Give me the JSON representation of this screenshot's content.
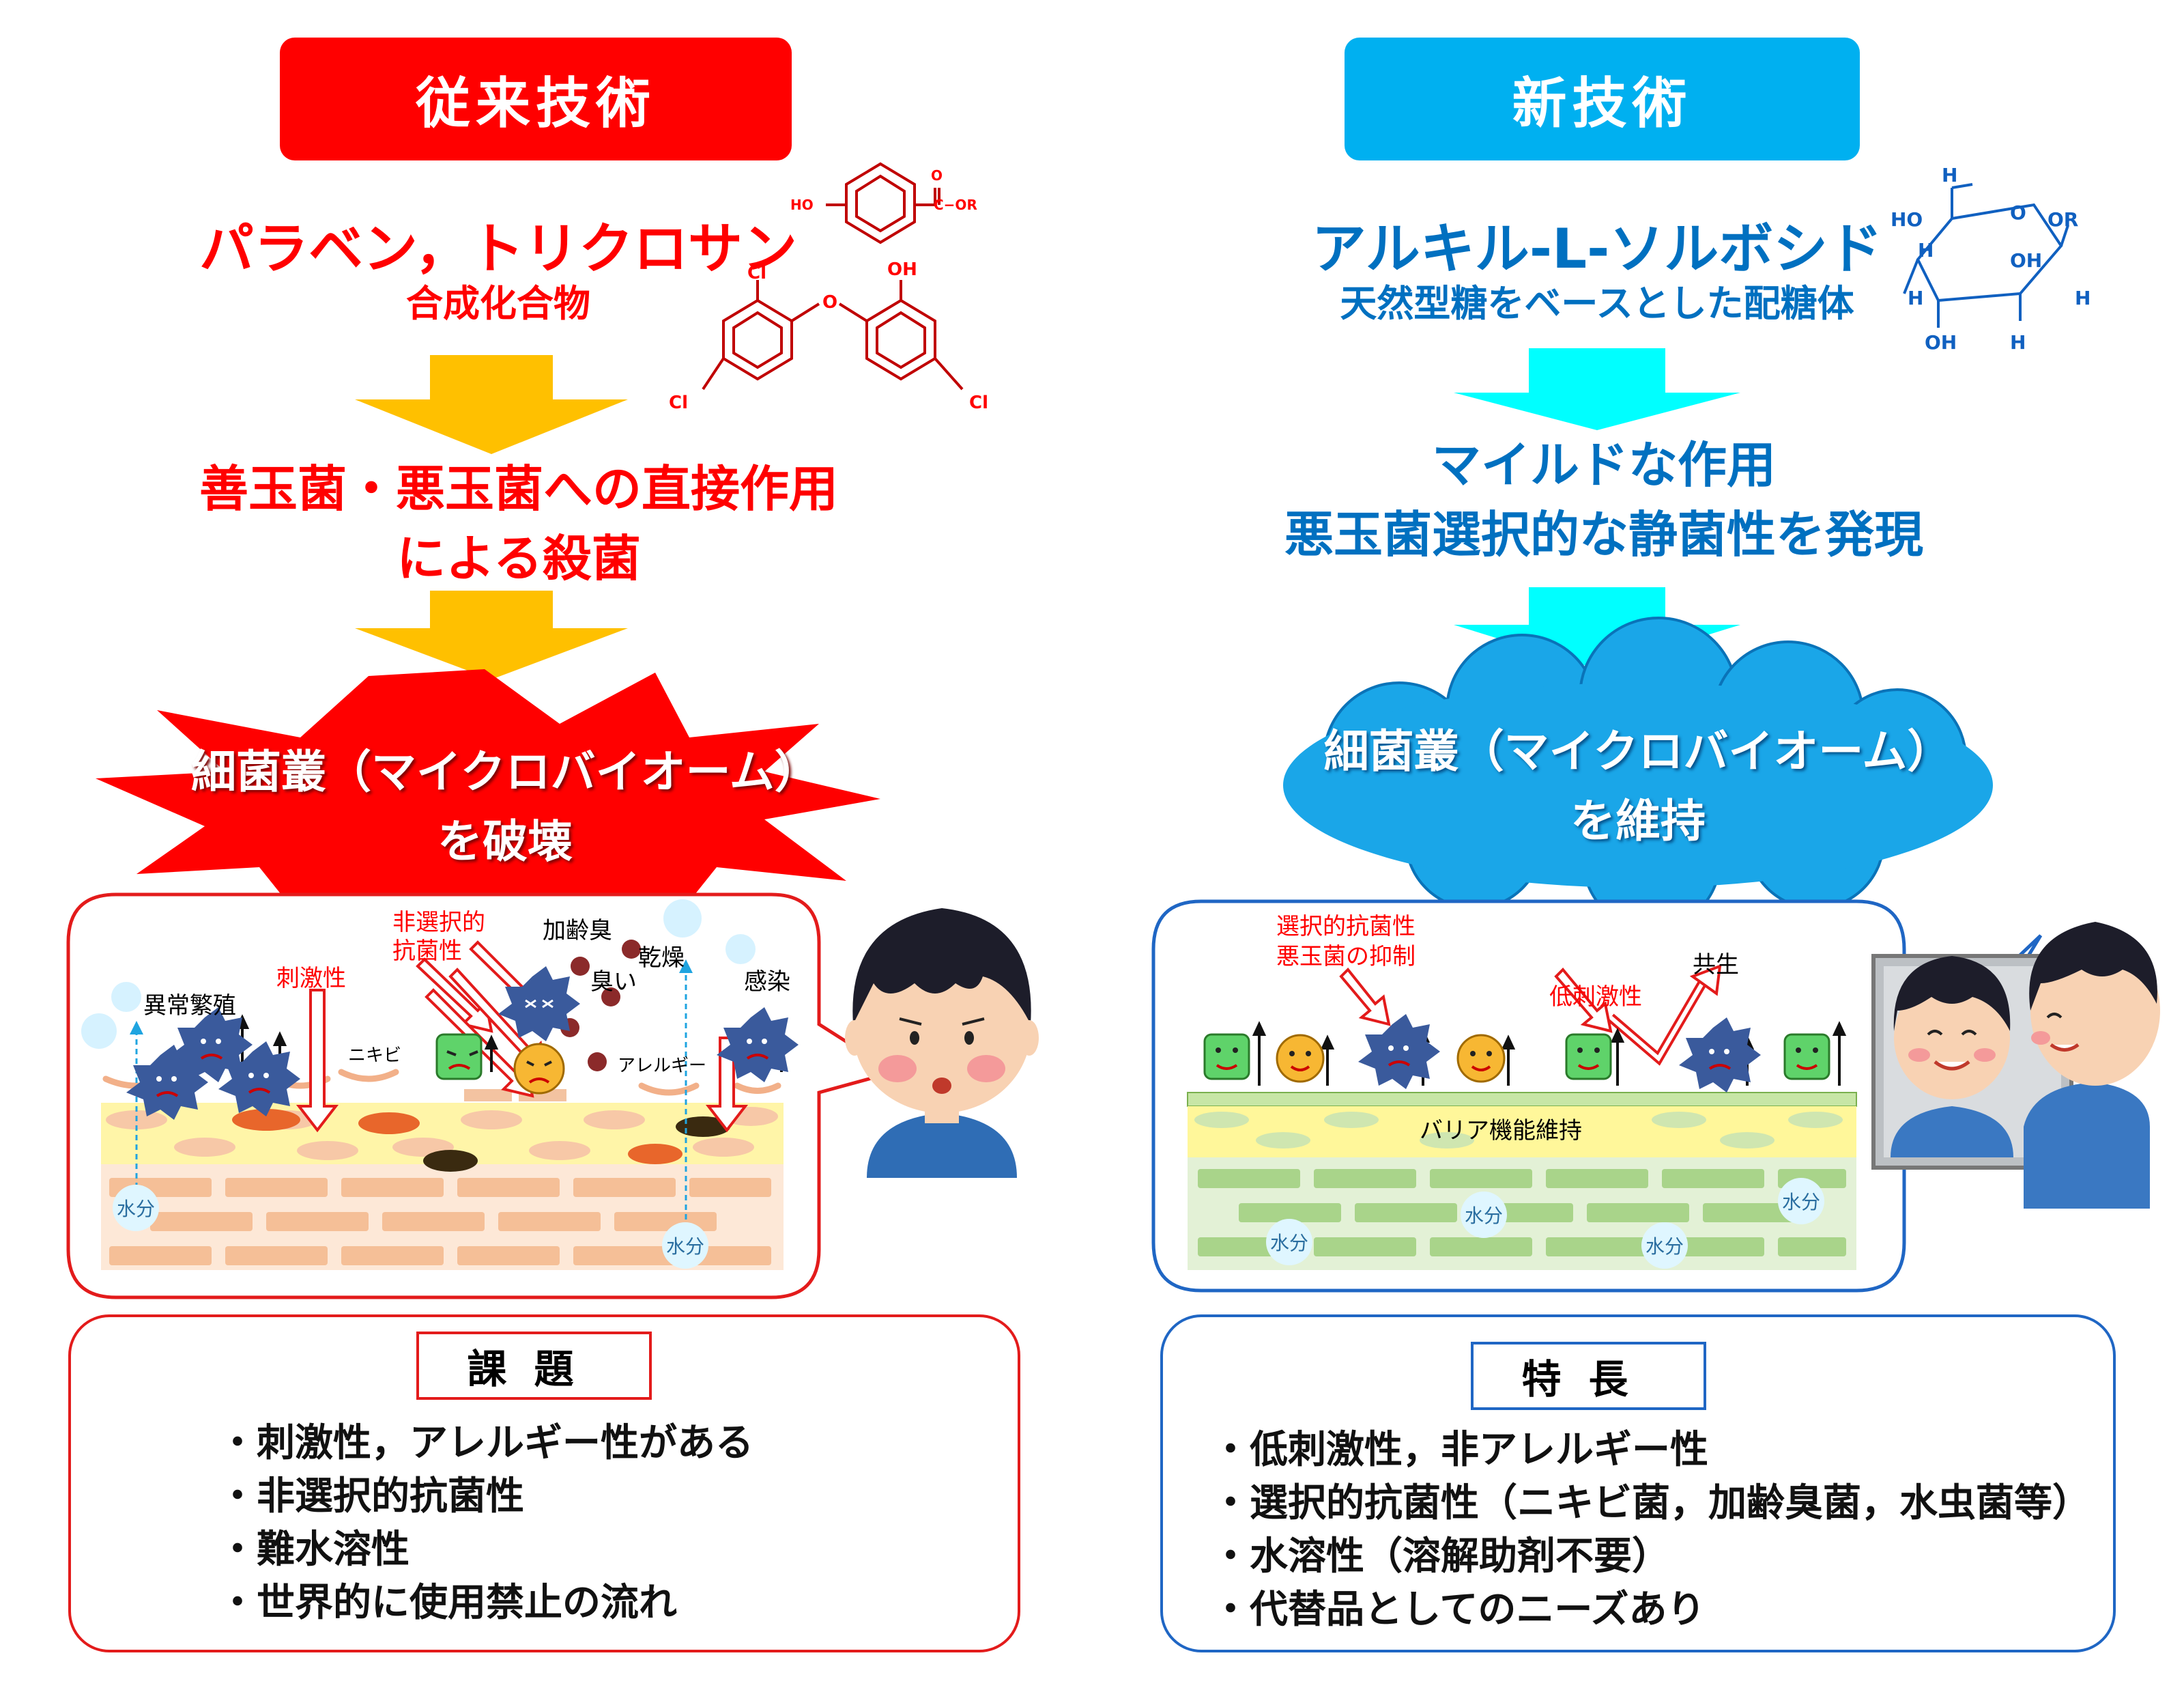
{
  "left": {
    "header": "従来技術",
    "title": "パラベン，トリクロサン",
    "subtitle": "合成化合物",
    "chem": {
      "ho": "HO",
      "o_top": "O",
      "cor": "C−OR",
      "o": "O",
      "cl": "Cl",
      "oh": "OH"
    },
    "action": [
      "善玉菌・悪玉菌への直接作用",
      "による殺菌"
    ],
    "result": [
      "細菌叢（マイクロバイオーム）",
      "を破壊"
    ],
    "skin_labels": {
      "abnormal": "異常繁殖",
      "irritation": "刺激性",
      "nonselective": [
        "非選択的",
        "抗菌性"
      ],
      "aging": "加齢臭",
      "smell": "臭い",
      "dry": "乾燥",
      "infection": "感染",
      "acne": "ニキビ",
      "allergy": "アレルギー",
      "water": "水分"
    },
    "box_title": "課題",
    "items": [
      "・刺激性，アレルギー性がある",
      "・非選択的抗菌性",
      "・難水溶性",
      "・世界的に使用禁止の流れ"
    ]
  },
  "right": {
    "header": "新技術",
    "title": "アルキル-L-ソルボシド",
    "subtitle": "天然型糖をベースとした配糖体",
    "chem": {
      "h": "H",
      "ho": "HO",
      "o": "O",
      "or": "OR",
      "oh": "OH"
    },
    "action": [
      "マイルドな作用",
      "悪玉菌選択的な静菌性を発現"
    ],
    "result": [
      "細菌叢（マイクロバイオーム）",
      "を維持"
    ],
    "skin_labels": {
      "selective": [
        "選択的抗菌性",
        "悪玉菌の抑制"
      ],
      "low_irritation": "低刺激性",
      "symbiosis": "共生",
      "barrier": "バリア機能維持",
      "water": "水分"
    },
    "box_title": "特長",
    "items": [
      "・低刺激性，非アレルギー性",
      "・選択的抗菌性（ニキビ菌，加齢臭菌，水虫菌等）",
      "・水溶性（溶解助剤不要）",
      "・代替品としてのニーズあり"
    ]
  },
  "colors": {
    "red": "#ff0000",
    "blue": "#00b0f0",
    "orange_arrow": "#ffc000",
    "cyan_arrow": "#00ffff",
    "dark_blue_text": "#0070c0"
  }
}
